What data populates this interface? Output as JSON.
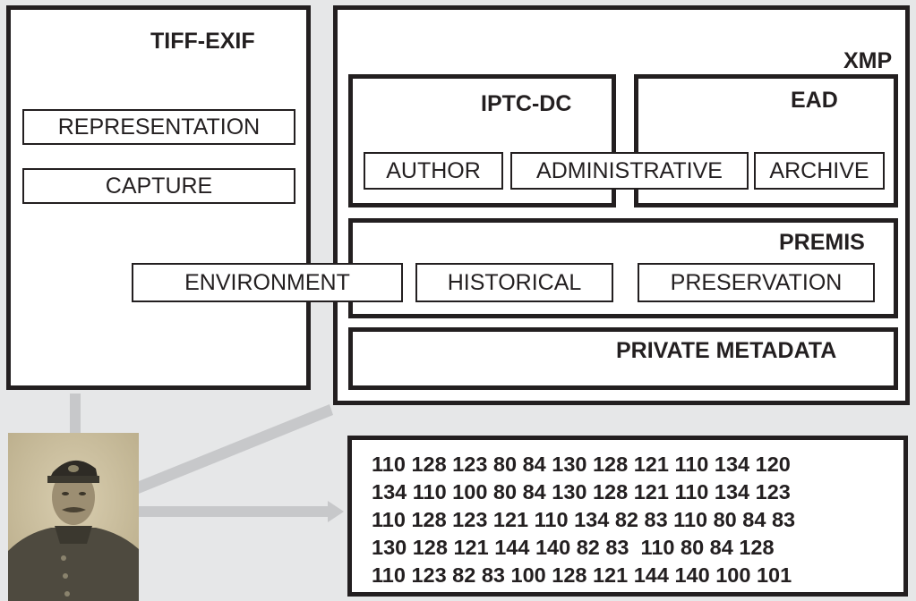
{
  "colors": {
    "background": "#e6e7e8",
    "border": "#231f20",
    "connector": "#c7c8ca",
    "box": "#ffffff"
  },
  "tiff_exif": {
    "title": "TIFF-EXIF",
    "fields": [
      "REPRESENTATION",
      "CAPTURE"
    ]
  },
  "xmp": {
    "title": "XMP",
    "iptc_dc": {
      "title": "IPTC-DC",
      "fields": [
        "AUTHOR"
      ]
    },
    "shared_field": "ADMINISTRATIVE",
    "ead": {
      "title": "EAD",
      "fields": [
        "ARCHIVE"
      ]
    },
    "premis": {
      "title": "PREMIS",
      "fields": [
        "ENVIRONMENT",
        "HISTORICAL",
        "PRESERVATION"
      ]
    },
    "private_metadata": {
      "title": "PRIVATE METADATA"
    }
  },
  "photo": {
    "icon": "portrait-photo-icon"
  },
  "pixel_data": {
    "lines": [
      "110 128 123 80 84 130 128 121 110 134 120",
      "134 110 100 80 84 130 128 121 110 134 123",
      "110 128 123 121 110 134 82 83 110 80 84 83",
      "130 128 121 144 140 82 83  110 80 84 128",
      "110 123 82 83 100 128 121 144 140 100 101"
    ]
  }
}
